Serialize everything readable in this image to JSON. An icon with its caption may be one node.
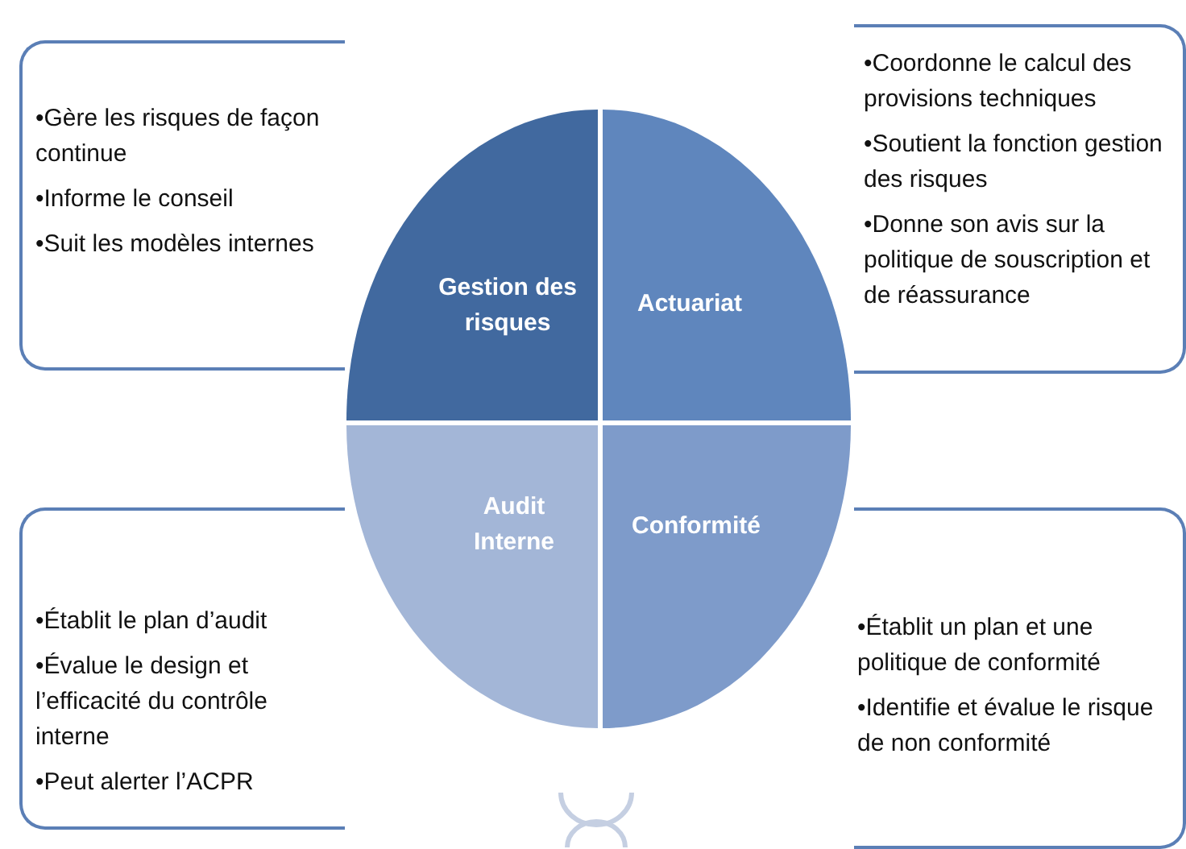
{
  "diagram": {
    "nodes": [
      {
        "text": [
          "•Gère les risques de façon continue",
          "•Informe le conseil",
          "•Suit les modèles internes"
        ]
      },
      {
        "text": [
          "•Coordonne le calcul des provisions techniques",
          "•Soutient la fonction gestion des risques",
          "•Donne son avis sur la politique de souscription et de réassurance"
        ]
      },
      {
        "text": [
          "Gestion des risques"
        ]
      },
      {
        "text": [
          "Actuariat"
        ]
      },
      {
        "text": [
          "Audit Interne"
        ]
      },
      {
        "text": [
          "Conformité"
        ]
      },
      {
        "text": [
          "•Établit le plan d’audit",
          "•Évalue le design et l’efficacité du contrôle interne",
          "•Peut alerter l’ACPR"
        ]
      },
      {
        "text": [
          "•Établit un plan et une politique de conformité",
          "•Identifie et évalue le risque de non conformité"
        ]
      }
    ]
  }
}
